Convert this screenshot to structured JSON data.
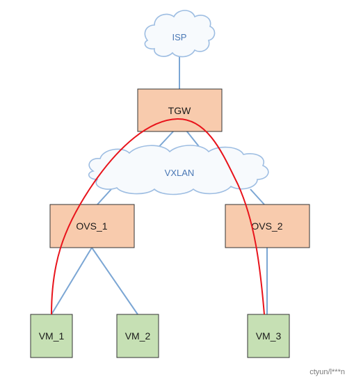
{
  "nodes": {
    "isp": "ISP",
    "tgw": "TGW",
    "vxlan": "VXLAN",
    "ovs_1": "OVS_1",
    "ovs_2": "OVS_2",
    "vm_1": "VM_1",
    "vm_2": "VM_2",
    "vm_3": "VM_3"
  },
  "watermark": "ctyun/l***n",
  "colors": {
    "switch_fill": "#f8cbad",
    "vm_fill": "#c6e0b4",
    "link_blue": "#7ba6d4",
    "path_red": "#e8131b",
    "cloud_outline": "#9dbde2"
  }
}
